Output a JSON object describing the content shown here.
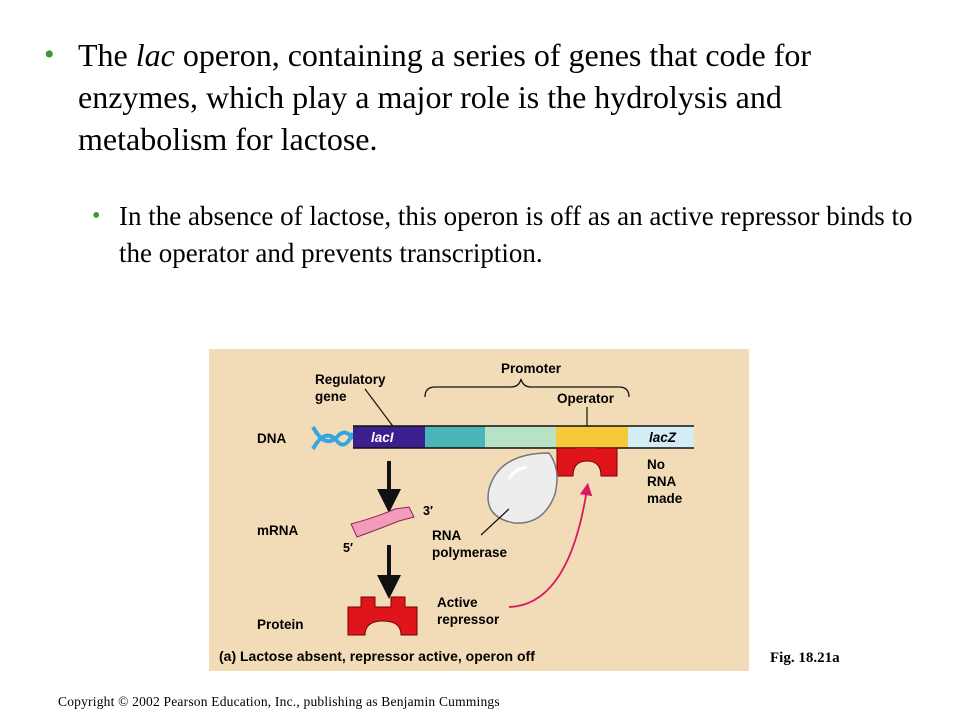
{
  "slide": {
    "bullet1": {
      "part1": "The ",
      "italic": "lac",
      "part2": " operon, containing a series of genes that code for enzymes, which play a major role is the hydrolysis and metabolism for lactose."
    },
    "bullet2": "In the absence of lactose, this operon is off as an active repressor binds to the operator and prevents transcription.",
    "bullet_glyph": "•",
    "fig_label": "Fig. 18.21a",
    "copyright": "Copyright © 2002 Pearson Education, Inc., publishing as Benjamin Cummings"
  },
  "diagram": {
    "promoter": "Promoter",
    "regulatory_line1": "Regulatory",
    "regulatory_line2": "gene",
    "operator": "Operator",
    "dna": "DNA",
    "laci": "lacI",
    "lacz": "lacZ",
    "no_rna_line1": "No",
    "no_rna_line2": "RNA",
    "no_rna_line3": "made",
    "mrna": "mRNA",
    "three_prime": "3′",
    "five_prime": "5′",
    "rna_pol_line1": "RNA",
    "rna_pol_line2": "polymerase",
    "protein": "Protein",
    "active_line1": "Active",
    "active_line2": "repressor",
    "caption": "(a) Lactose absent, repressor active, operon off"
  },
  "colors": {
    "bullet": "#3a9a3a",
    "figure_bg": "#f2dcb8",
    "laci": "#3b1f8e",
    "teal": "#49b5b9",
    "light_green": "#b7e2c5",
    "operator": "#f5c93a",
    "lacz": "#d4ecf6",
    "repressor": "#e0141b",
    "mrna": "#f29bbd",
    "arrow_magenta": "#d81b60"
  }
}
